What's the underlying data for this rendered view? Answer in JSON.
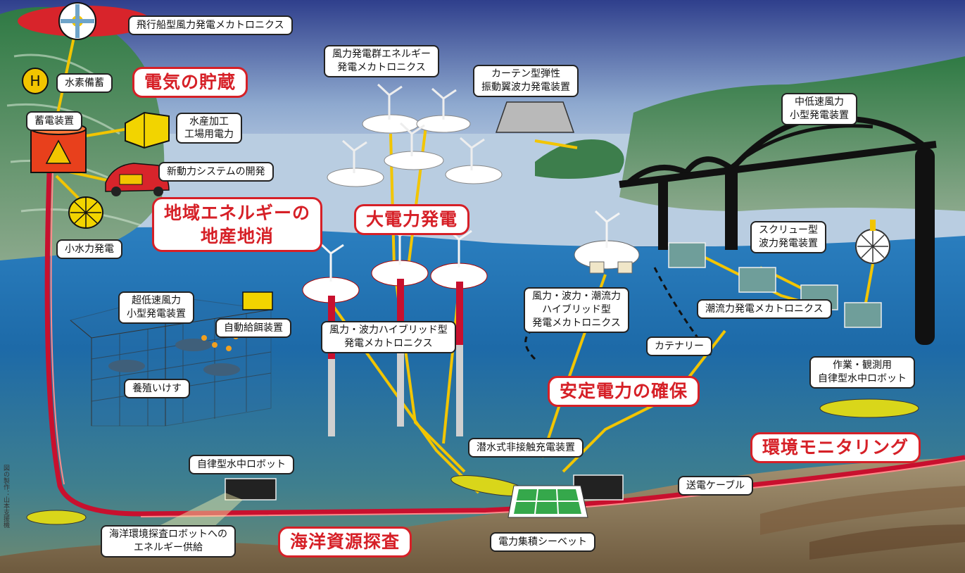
{
  "labels": {
    "airship": "飛行船型風力発電メカトロニクス",
    "hydrogen": "水素備蓄",
    "battery": "蓄電装置",
    "seafood_plant": "水産加工\n工場用電力",
    "new_power": "新動力システムの開発",
    "small_hydro": "小水力発電",
    "wind_farm": "風力発電群エネルギー\n発電メカトロニクス",
    "curtain_wave": "カーテン型弾性\n振動翼波力発電装置",
    "mid_wind": "中低速風力\n小型発電装置",
    "screw_wave": "スクリュー型\n波力発電装置",
    "tidal": "潮流力発電メカトロニクス",
    "ultra_low_wind": "超低速風力\n小型発電装置",
    "auto_feeder": "自動給餌装置",
    "fish_cage": "養殖いけす",
    "wind_wave_hybrid": "風力・波力ハイブリッド型\n発電メカトロニクス",
    "triple_hybrid": "風力・波力・潮流力\nハイブリッド型\n発電メカトロニクス",
    "catenary": "カテナリー",
    "survey_robot": "作業・観測用\n自律型水中ロボット",
    "auv": "自律型水中ロボット",
    "charger": "潜水式非接触充電装置",
    "cable": "送電ケーブル",
    "sea_robot_energy": "海洋環境探査ロボットへの\nエネルギー供給",
    "power_sheet": "電力集積シーベット",
    "side_credit": "図の製作：山本支援機"
  },
  "headlines": {
    "storage": "電気の貯蔵",
    "local_energy": "地域エネルギーの\n地産地消",
    "large_power": "大電力発電",
    "stable_power": "安定電力の確保",
    "env_monitoring": "環境モニタリング",
    "ocean_resources": "海洋資源探査"
  },
  "colors": {
    "headline_red": "#d62027",
    "cable_red": "#c8102e",
    "feed_yellow": "#f2c500",
    "sea_blue": "#0e4f88"
  }
}
